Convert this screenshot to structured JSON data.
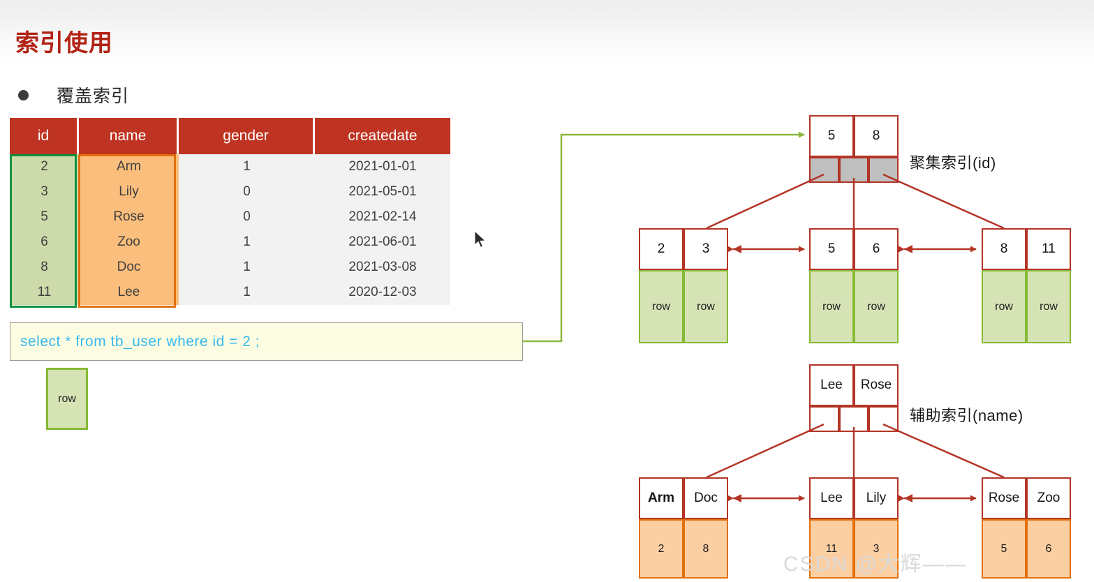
{
  "page": {
    "title": "索引使用",
    "bullet": "覆盖索引",
    "watermark": "CSDN @大辉——"
  },
  "table": {
    "columns": [
      "id",
      "name",
      "gender",
      "createdate"
    ],
    "rows": [
      {
        "id": "2",
        "name": "Arm",
        "gender": "1",
        "createdate": "2021-01-01"
      },
      {
        "id": "3",
        "name": "Lily",
        "gender": "0",
        "createdate": "2021-05-01"
      },
      {
        "id": "5",
        "name": "Rose",
        "gender": "0",
        "createdate": "2021-02-14"
      },
      {
        "id": "6",
        "name": "Zoo",
        "gender": "1",
        "createdate": "2021-06-01"
      },
      {
        "id": "8",
        "name": "Doc",
        "gender": "1",
        "createdate": "2021-03-08"
      },
      {
        "id": "11",
        "name": "Lee",
        "gender": "1",
        "createdate": "2020-12-03"
      }
    ],
    "header_color": "#bf3322",
    "id_highlight_color": "#12913f",
    "name_highlight_color": "#e2700a",
    "id_cell_color": "#cddaaa",
    "name_cell_color": "#fbbe7c"
  },
  "sql": {
    "text": "select * from tb_user where id = 2 ;",
    "text_color": "#39b9ef",
    "box_color": "#fcfce2"
  },
  "result_row": {
    "label": "row"
  },
  "clustered_index": {
    "label": "聚集索引(id)",
    "root": {
      "keys": [
        "5",
        "8"
      ],
      "pointers": 3
    },
    "leaves": [
      {
        "keys": [
          "2",
          "3"
        ],
        "data": [
          "row",
          "row"
        ]
      },
      {
        "keys": [
          "5",
          "6"
        ],
        "data": [
          "row",
          "row"
        ]
      },
      {
        "keys": [
          "8",
          "11"
        ],
        "data": [
          "row",
          "row"
        ]
      }
    ]
  },
  "secondary_index": {
    "label": "辅助索引(name)",
    "root": {
      "keys": [
        "Lee",
        "Rose"
      ],
      "pointers": 3
    },
    "leaves": [
      {
        "keys": [
          "Arm",
          "Doc"
        ],
        "bold": [
          true,
          false
        ],
        "data": [
          "2",
          "8"
        ]
      },
      {
        "keys": [
          "Lee",
          "Lily"
        ],
        "bold": [
          false,
          false
        ],
        "data": [
          "11",
          "3"
        ]
      },
      {
        "keys": [
          "Rose",
          "Zoo"
        ],
        "bold": [
          false,
          false
        ],
        "data": [
          "5",
          "6"
        ]
      }
    ]
  },
  "colors": {
    "tree_border": "#b33425",
    "arrow_green": "#8cb83c",
    "pointer_gray": "#bfbfbf"
  }
}
